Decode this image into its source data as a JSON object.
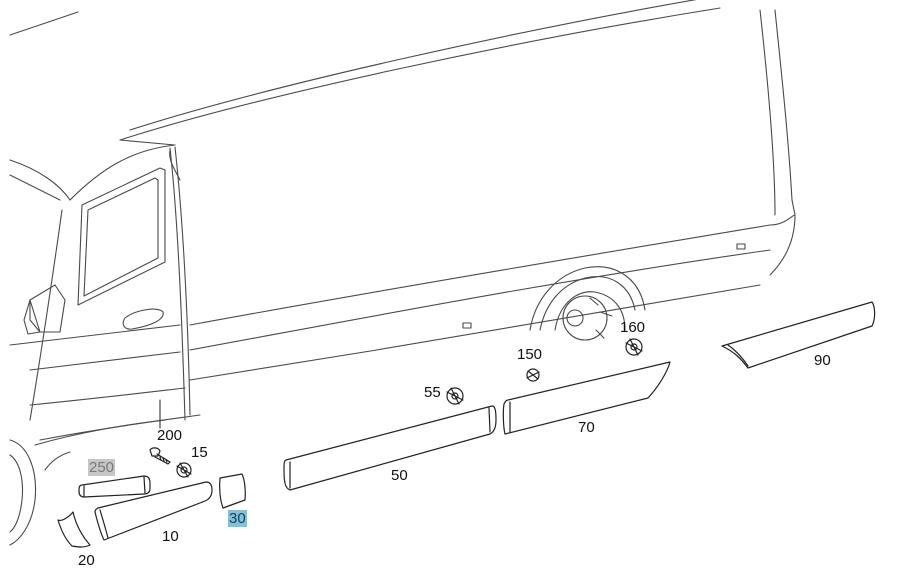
{
  "callouts": {
    "c10": {
      "label": "10"
    },
    "c15": {
      "label": "15"
    },
    "c20": {
      "label": "20"
    },
    "c30": {
      "label": "30",
      "highlight": "#7ec3dc"
    },
    "c50": {
      "label": "50"
    },
    "c55": {
      "label": "55"
    },
    "c70": {
      "label": "70"
    },
    "c90": {
      "label": "90"
    },
    "c150": {
      "label": "150"
    },
    "c160": {
      "label": "160"
    },
    "c200": {
      "label": "200"
    },
    "c250": {
      "label": "250",
      "highlight": "#c6c6c6"
    }
  },
  "colors": {
    "line": "#222222",
    "van_line": "#4a4a4a",
    "highlight_blue": "#7ec3dc",
    "highlight_grey": "#c6c6c6"
  },
  "icons": [
    "van-outline",
    "clip-fastener",
    "screw",
    "trim-strip"
  ]
}
